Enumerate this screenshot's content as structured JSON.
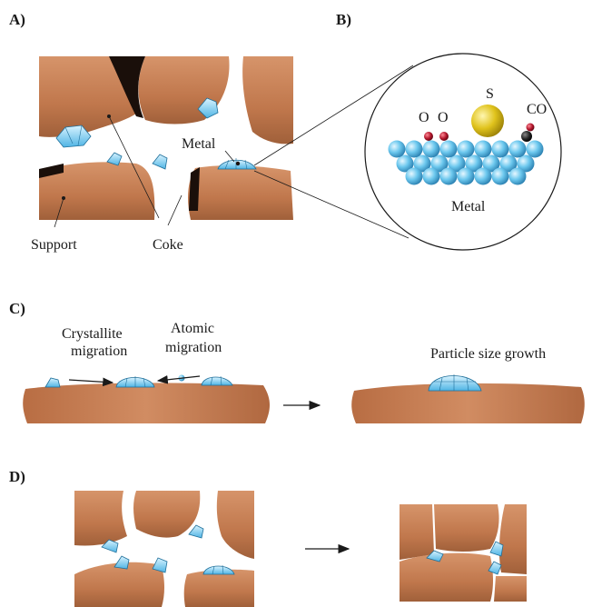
{
  "panels": {
    "a": {
      "label": "A)",
      "support": "Support",
      "coke": "Coke",
      "metal": "Metal"
    },
    "b": {
      "label": "B)",
      "o1": "O",
      "o2": "O",
      "s": "S",
      "co": "CO",
      "metal": "Metal"
    },
    "c": {
      "label": "C)",
      "crystallite_1": "Crystallite",
      "crystallite_2": "migration",
      "atomic_1": "Atomic",
      "atomic_2": "migration",
      "growth": "Particle size growth"
    },
    "d": {
      "label": "D)"
    }
  },
  "colors": {
    "support": "#c98257",
    "support_dark": "#8a4e2e",
    "coke": "#1a0f0a",
    "metal": "#6cc8ee",
    "metal_edge": "#1f6f9a",
    "sulfur": "#e0c31c",
    "oxygen": "#b0142a",
    "carbon": "#1a1a1a"
  }
}
